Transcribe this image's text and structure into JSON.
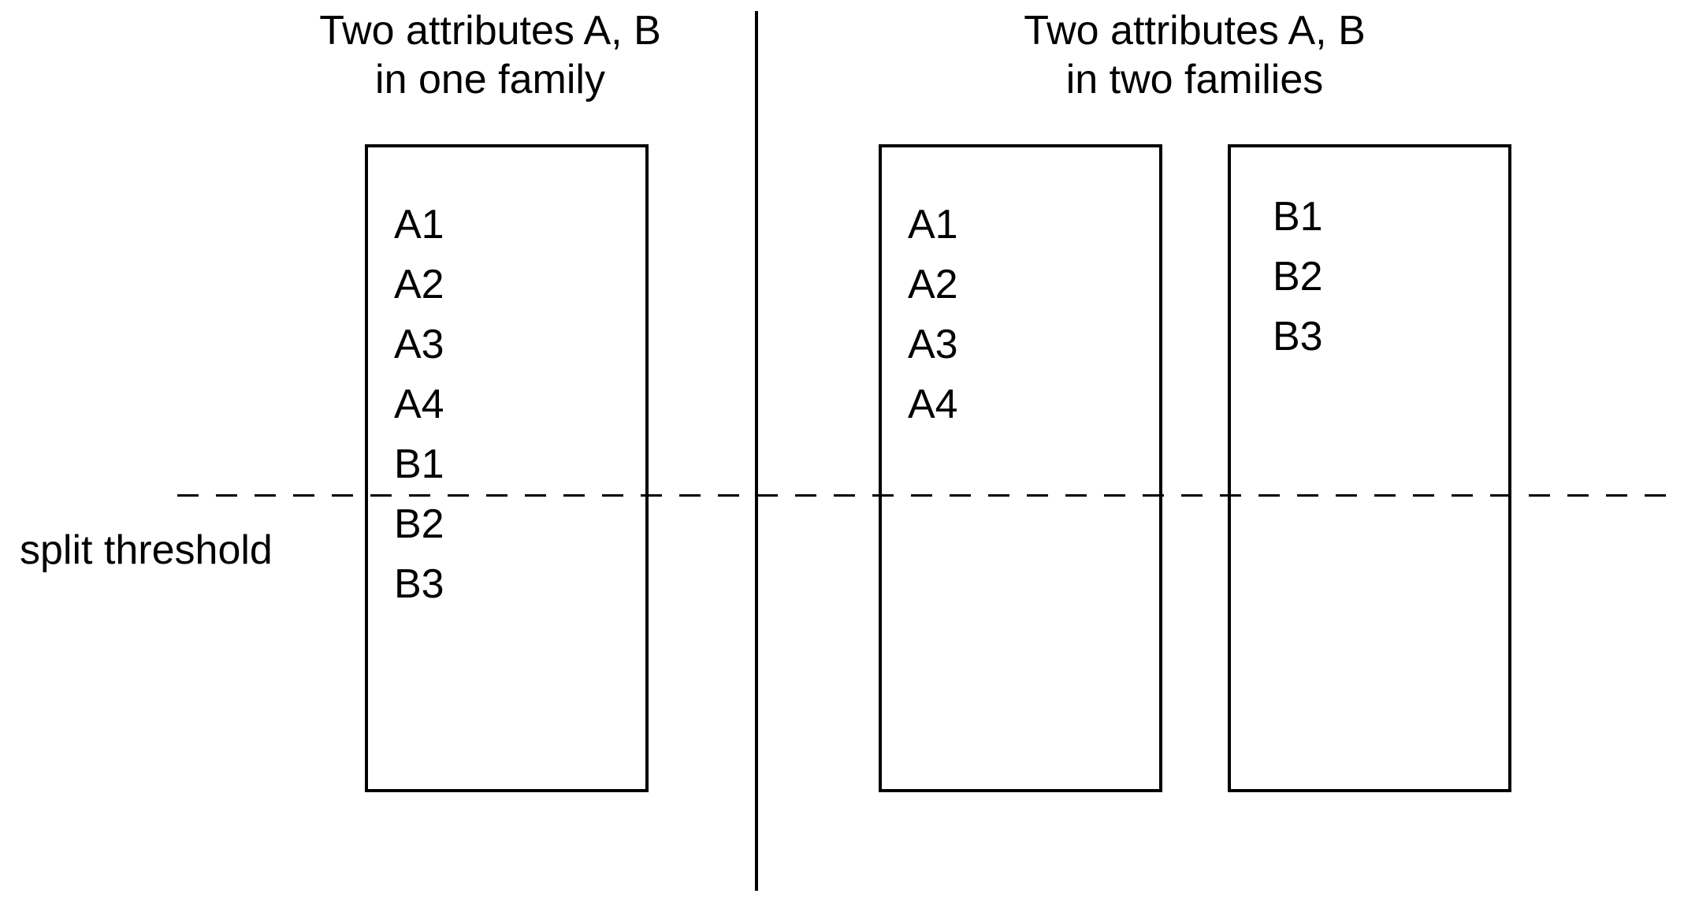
{
  "diagram": {
    "left_title": {
      "line1": "Two attributes A, B",
      "line2": "in one family"
    },
    "right_title": {
      "line1": "Two attributes A, B",
      "line2": "in two families"
    },
    "split_threshold_label": "split threshold",
    "boxes": {
      "one_family": {
        "items": [
          "A1",
          "A2",
          "A3",
          "A4",
          "B1",
          "B2",
          "B3"
        ]
      },
      "family_a": {
        "items": [
          "A1",
          "A2",
          "A3",
          "A4"
        ]
      },
      "family_b": {
        "items": [
          "B1",
          "B2",
          "B3"
        ]
      }
    },
    "colors": {
      "stroke": "#000000",
      "background": "#ffffff"
    }
  }
}
